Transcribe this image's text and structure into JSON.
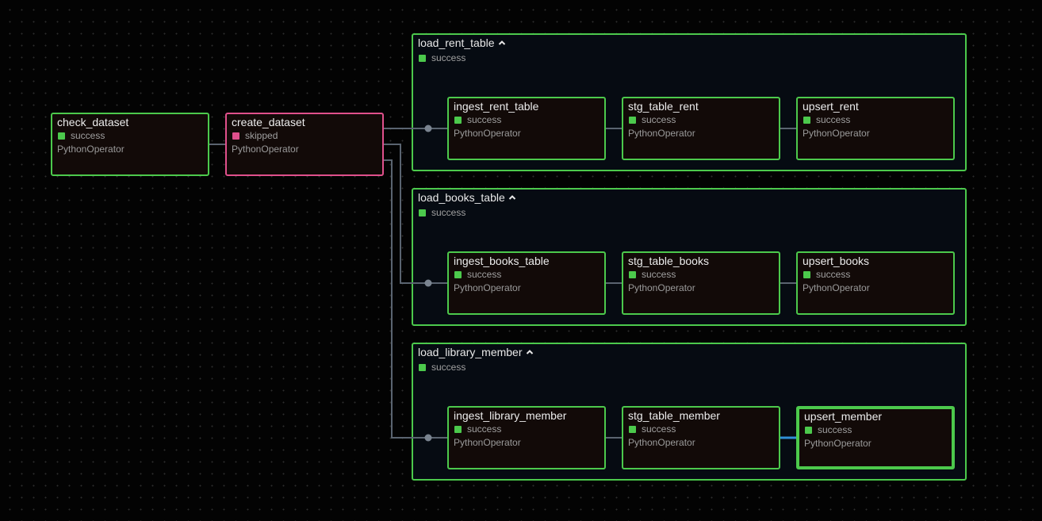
{
  "colors": {
    "success": "#4cc94c",
    "skipped": "#e0508c",
    "edge": "#5a6470",
    "edge_highlight": "#2f8fd8"
  },
  "nodes": {
    "check_dataset": {
      "title": "check_dataset",
      "status": "success",
      "operator": "PythonOperator"
    },
    "create_dataset": {
      "title": "create_dataset",
      "status": "skipped",
      "operator": "PythonOperator"
    }
  },
  "groups": {
    "load_rent_table": {
      "label": "load_rent_table",
      "status": "success",
      "tasks": {
        "ingest": {
          "title": "ingest_rent_table",
          "status": "success",
          "operator": "PythonOperator"
        },
        "stg": {
          "title": "stg_table_rent",
          "status": "success",
          "operator": "PythonOperator"
        },
        "upsert": {
          "title": "upsert_rent",
          "status": "success",
          "operator": "PythonOperator"
        }
      }
    },
    "load_books_table": {
      "label": "load_books_table",
      "status": "success",
      "tasks": {
        "ingest": {
          "title": "ingest_books_table",
          "status": "success",
          "operator": "PythonOperator"
        },
        "stg": {
          "title": "stg_table_books",
          "status": "success",
          "operator": "PythonOperator"
        },
        "upsert": {
          "title": "upsert_books",
          "status": "success",
          "operator": "PythonOperator"
        }
      }
    },
    "load_library_member": {
      "label": "load_library_member",
      "status": "success",
      "tasks": {
        "ingest": {
          "title": "ingest_library_member",
          "status": "success",
          "operator": "PythonOperator"
        },
        "stg": {
          "title": "stg_table_member",
          "status": "success",
          "operator": "PythonOperator"
        },
        "upsert": {
          "title": "upsert_member",
          "status": "success",
          "operator": "PythonOperator"
        }
      }
    }
  }
}
